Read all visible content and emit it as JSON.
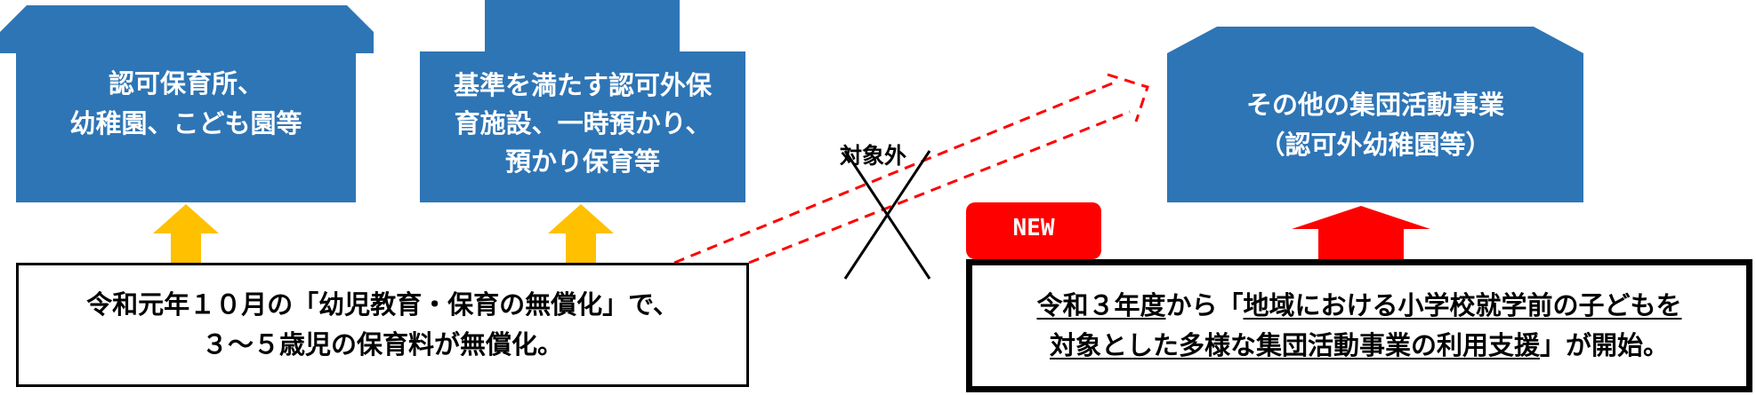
{
  "colors": {
    "box_fill": "#2e75b6",
    "up_arrow": "#ffc000",
    "new_arrow": "#ff0000",
    "dashed_arrow": "#ff0000"
  },
  "facilities": [
    {
      "lines": [
        "認可保育所、",
        "幼稚園、こども園等"
      ]
    },
    {
      "lines": [
        "基準を満たす認可外保",
        "育施設、一時預かり、",
        "預かり保育等"
      ]
    },
    {
      "lines": [
        "その他の集団活動事業",
        "（認可外幼稚園等）"
      ]
    }
  ],
  "excluded_label": "対象外",
  "new_badge": "NEW",
  "note_free_education": {
    "lines": [
      "令和元年１０月の「幼児教育・保育の無償化」で、",
      "３～５歳児の保育料が無償化。"
    ]
  },
  "note_support": {
    "line1": [
      "令和３年度",
      "から「",
      "地域における小学校就学前の子どもを"
    ],
    "line2": [
      "対象とした多様な集団活動事業の利用支援",
      "」が開始。"
    ]
  }
}
